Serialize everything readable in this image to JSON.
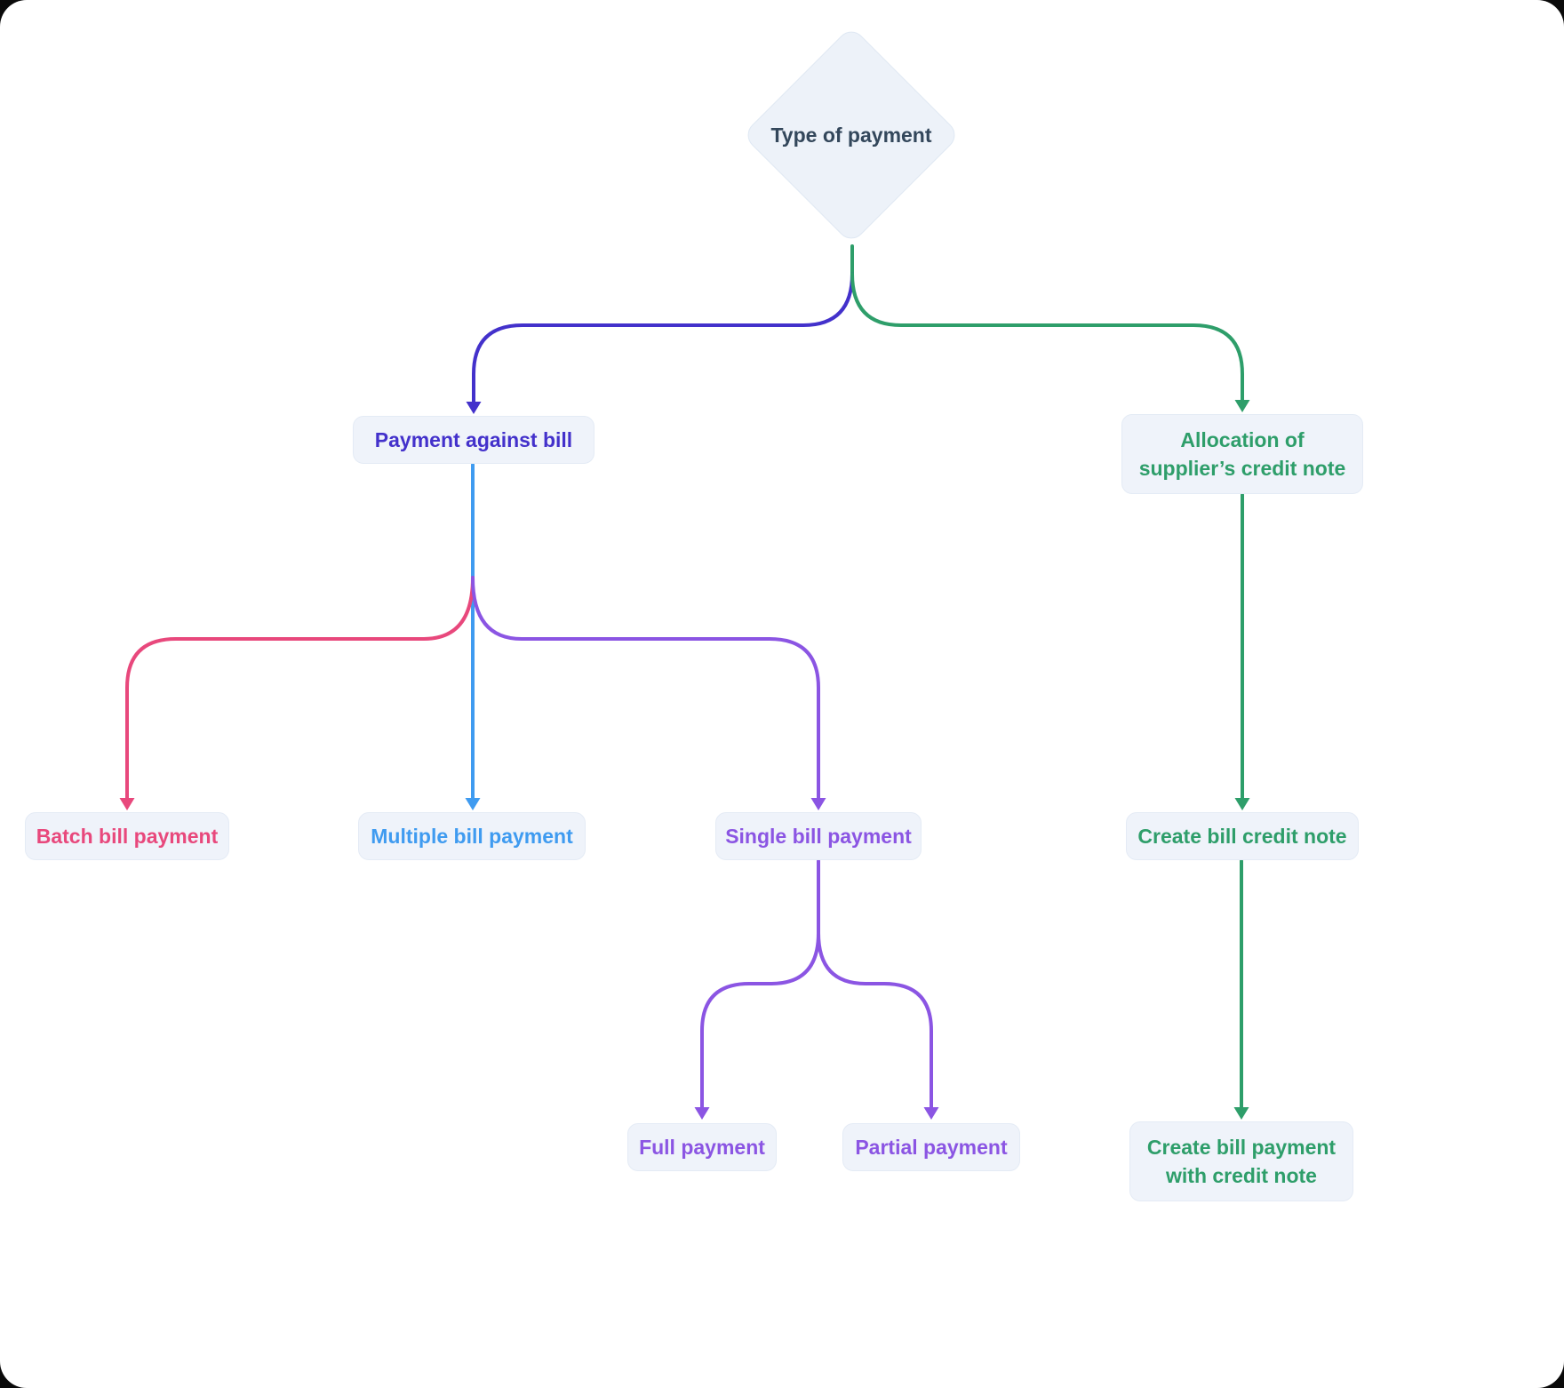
{
  "colors": {
    "green": "#2e9e6a",
    "indigo": "#4331cb",
    "blue": "#3f9bf0",
    "pink": "#e8487c",
    "purple": "#8b55e3",
    "dark": "#33475b",
    "node_bg": "#eff3fa",
    "node_border": "#e4ebf5",
    "diamond_bg": "#edf2f9",
    "diamond_border": "#dfe8f3",
    "canvas_bg": "#ffffff",
    "page_bg": "#0a0a0a"
  },
  "diagram": {
    "title": "Type of payment",
    "nodes": {
      "root": {
        "label": "Type of payment",
        "shape": "diamond",
        "color": "dark"
      },
      "payment_against_bill": {
        "label": "Payment against bill",
        "shape": "rect",
        "color": "indigo"
      },
      "allocation_supplier_credit_note": {
        "label": "Allocation of supplier’s credit note",
        "shape": "rect",
        "color": "green"
      },
      "batch_bill_payment": {
        "label": "Batch bill payment",
        "shape": "rect",
        "color": "pink"
      },
      "multiple_bill_payment": {
        "label": "Multiple bill payment",
        "shape": "rect",
        "color": "blue"
      },
      "single_bill_payment": {
        "label": "Single bill payment",
        "shape": "rect",
        "color": "purple"
      },
      "full_payment": {
        "label": "Full payment",
        "shape": "rect",
        "color": "purple"
      },
      "partial_payment": {
        "label": "Partial payment",
        "shape": "rect",
        "color": "purple"
      },
      "create_bill_credit_note": {
        "label": "Create bill credit note",
        "shape": "rect",
        "color": "green"
      },
      "create_bill_payment_with_credit_note": {
        "label": "Create bill payment with credit note",
        "shape": "rect",
        "color": "green"
      }
    },
    "connections": [
      {
        "from": "root",
        "to": "payment_against_bill",
        "color": "indigo"
      },
      {
        "from": "root",
        "to": "allocation_supplier_credit_note",
        "color": "green"
      },
      {
        "from": "payment_against_bill",
        "to": "batch_bill_payment",
        "color": "pink"
      },
      {
        "from": "payment_against_bill",
        "to": "multiple_bill_payment",
        "color": "blue"
      },
      {
        "from": "payment_against_bill",
        "to": "single_bill_payment",
        "color": "purple"
      },
      {
        "from": "single_bill_payment",
        "to": "full_payment",
        "color": "purple"
      },
      {
        "from": "single_bill_payment",
        "to": "partial_payment",
        "color": "purple"
      },
      {
        "from": "allocation_supplier_credit_note",
        "to": "create_bill_credit_note",
        "color": "green"
      },
      {
        "from": "create_bill_credit_note",
        "to": "create_bill_payment_with_credit_note",
        "color": "green"
      }
    ]
  }
}
